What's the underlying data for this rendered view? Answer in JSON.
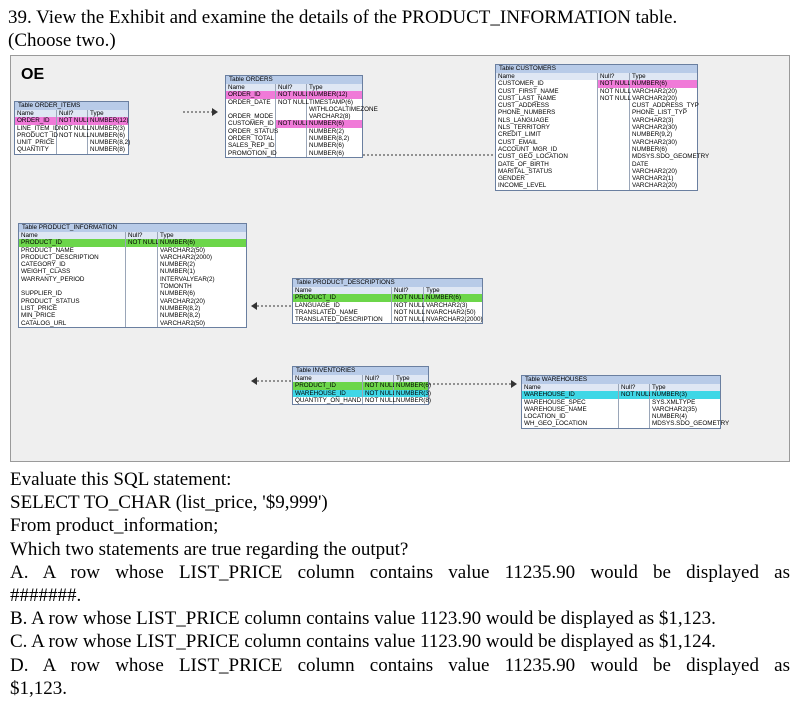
{
  "question": {
    "title_line1": "39. View the Exhibit and examine the details of the PRODUCT_INFORMATION table.",
    "title_line2": "(Choose two.)",
    "evaluate": "Evaluate this SQL statement:",
    "sql_line1": "SELECT TO_CHAR (list_price, '$9,999')",
    "sql_line2": "From product_information;",
    "prompt": "Which two statements are true regarding the output?",
    "option_a_1": "A. A row whose LIST_PRICE column contains value 11235.90 would be displayed as",
    "option_a_2": "#######.",
    "option_b": "B. A row whose LIST_PRICE column contains value 1123.90 would be displayed as $1,123.",
    "option_c": "C. A row whose LIST_PRICE column contains value 1123.90 would be displayed as $1,124.",
    "option_d_1": "D. A row whose LIST_PRICE column contains value 11235.90 would be displayed as",
    "option_d_2": "$1,123."
  },
  "exhibit": {
    "schema": "OE",
    "headers": {
      "name": "Name",
      "null": "Null?",
      "type": "Type"
    },
    "order_items": {
      "title": "Table ORDER_ITEMS",
      "names": [
        "ORDER_ID",
        "LINE_ITEM_ID",
        "PRODUCT_ID",
        "UNIT_PRICE",
        "QUANTITY"
      ],
      "nulls": [
        "NOT NULL",
        "NOT NULL",
        "NOT NULL",
        "",
        ""
      ],
      "types": [
        "NUMBER(12)",
        "NUMBER(3)",
        "NUMBER(6)",
        "NUMBER(8,2)",
        "NUMBER(8)"
      ]
    },
    "orders": {
      "title": "Table ORDERS",
      "names": [
        "ORDER_ID",
        "ORDER_DATE",
        "",
        "ORDER_MODE",
        "CUSTOMER_ID",
        "ORDER_STATUS",
        "ORDER_TOTAL",
        "SALES_REP_ID",
        "PROMOTION_ID"
      ],
      "nulls": [
        "NOT NULL",
        "NOT NULL",
        "",
        "",
        "NOT NULL",
        "",
        "",
        "",
        ""
      ],
      "types": [
        "NUMBER(12)",
        "TIMESTAMP(6)",
        "WITHLOCALTIMEZONE",
        "VARCHAR2(8)",
        "NUMBER(6)",
        "NUMBER(2)",
        "NUMBER(8,2)",
        "NUMBER(6)",
        "NUMBER(6)"
      ]
    },
    "customers": {
      "title": "Table CUSTOMERS",
      "names": [
        "CUSTOMER_ID",
        "CUST_FIRST_NAME",
        "CUST_LAST_NAME",
        "CUST_ADDRESS",
        "PHONE_NUMBERS",
        "NLS_LANGUAGE",
        "NLS_TERRITORY",
        "CREDIT_LIMIT",
        "CUST_EMAIL",
        "ACCOUNT_MGR_ID",
        "CUST_GEO_LOCATION",
        "DATE_OF_BIRTH",
        "MARITAL_STATUS",
        "GENDER",
        "INCOME_LEVEL"
      ],
      "nulls": [
        "NOT NULL",
        "NOT NULL",
        "NOT NULL",
        "",
        "",
        "",
        "",
        "",
        "",
        "",
        "",
        "",
        "",
        "",
        "",
        ""
      ],
      "types": [
        "NUMBER(6)",
        "VARCHAR2(20)",
        "VARCHAR2(20)",
        "CUST_ADDRESS_TYP",
        "PHONE_LIST_TYP",
        "VARCHAR2(3)",
        "VARCHAR2(30)",
        "NUMBER(9,2)",
        "VARCHAR2(30)",
        "NUMBER(6)",
        "MDSYS.SDO_GEOMETRY",
        "DATE",
        "VARCHAR2(20)",
        "VARCHAR2(1)",
        "VARCHAR2(20)"
      ]
    },
    "product_information": {
      "title": "Table PRODUCT_INFORMATION",
      "names": [
        "PRODUCT_ID",
        "PRODUCT_NAME",
        "PRODUCT_DESCRIPTION",
        "CATEGORY_ID",
        "WEIGHT_CLASS",
        "WARRANTY_PERIOD",
        "",
        "SUPPLIER_ID",
        "PRODUCT_STATUS",
        "LIST_PRICE",
        "MIN_PRICE",
        "CATALOG_URL"
      ],
      "nulls": [
        "NOT NULL",
        "",
        "",
        "",
        "",
        "",
        "",
        "",
        "",
        "",
        "",
        ""
      ],
      "types": [
        "NUMBER(6)",
        "VARCHAR2(50)",
        "VARCHAR2(2000)",
        "NUMBER(2)",
        "NUMBER(1)",
        "INTERVALYEAR(2)",
        "TOMONTH",
        "NUMBER(6)",
        "VARCHAR2(20)",
        "NUMBER(8,2)",
        "NUMBER(8,2)",
        "VARCHAR2(50)"
      ]
    },
    "product_descriptions": {
      "title": "Table PRODUCT_DESCRIPTIONS",
      "names": [
        "PRODUCT_ID",
        "LANGUAGE_ID",
        "TRANSLATED_NAME",
        "TRANSLATED_DESCRIPTION"
      ],
      "nulls": [
        "NOT NULL",
        "NOT NULL",
        "NOT NULL",
        "NOT NULL"
      ],
      "types": [
        "NUMBER(6)",
        "VARCHAR2(3)",
        "NVARCHAR2(50)",
        "NVARCHAR2(2000)"
      ]
    },
    "inventories": {
      "title": "Table INVENTORIES",
      "names": [
        "PRODUCT_ID",
        "WAREHOUSE_ID",
        "QUANTITY_ON_HAND"
      ],
      "nulls": [
        "NOT NULL",
        "NOT NULL",
        "NOT NULL"
      ],
      "types": [
        "NUMBER(6)",
        "NUMBER(3)",
        "NUMBER(8)"
      ]
    },
    "warehouses": {
      "title": "Table WAREHOUSES",
      "names": [
        "WAREHOUSE_ID",
        "WAREHOUSE_SPEC",
        "WAREHOUSE_NAME",
        "LOCATION_ID",
        "WH_GEO_LOCATION"
      ],
      "nulls": [
        "NOT NULL",
        "",
        "",
        "",
        ""
      ],
      "types": [
        "NUMBER(3)",
        "SYS.XMLTYPE",
        "VARCHAR2(35)",
        "NUMBER(4)",
        "MDSYS.SDO_GEOMETRY"
      ]
    }
  }
}
